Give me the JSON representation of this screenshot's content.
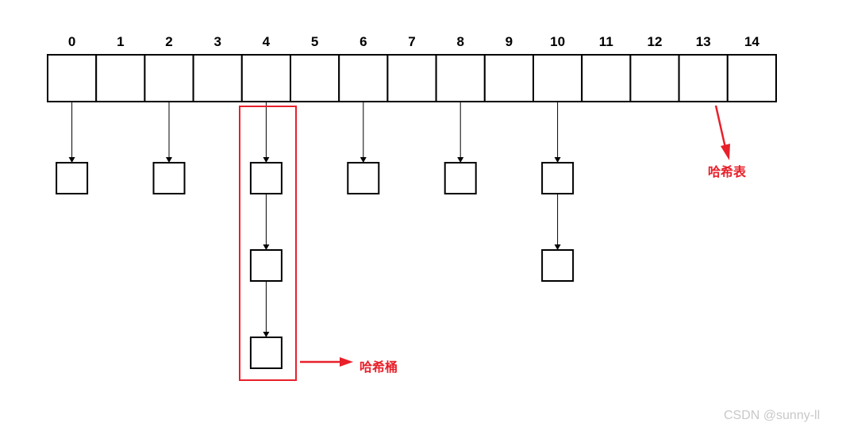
{
  "table": {
    "indices": [
      "0",
      "1",
      "2",
      "3",
      "4",
      "5",
      "6",
      "7",
      "8",
      "9",
      "10",
      "11",
      "12",
      "13",
      "14"
    ]
  },
  "chains": [
    {
      "index": 0,
      "nodes": 1
    },
    {
      "index": 2,
      "nodes": 1
    },
    {
      "index": 4,
      "nodes": 3
    },
    {
      "index": 6,
      "nodes": 1
    },
    {
      "index": 8,
      "nodes": 1
    },
    {
      "index": 10,
      "nodes": 2
    }
  ],
  "annotations": {
    "hash_table_label": "哈希表",
    "hash_bucket_label": "哈希桶"
  },
  "colors": {
    "line": "#000000",
    "annotation": "#e8202a",
    "watermark": "#c8c8c8"
  },
  "watermark": "CSDN @sunny-ll"
}
